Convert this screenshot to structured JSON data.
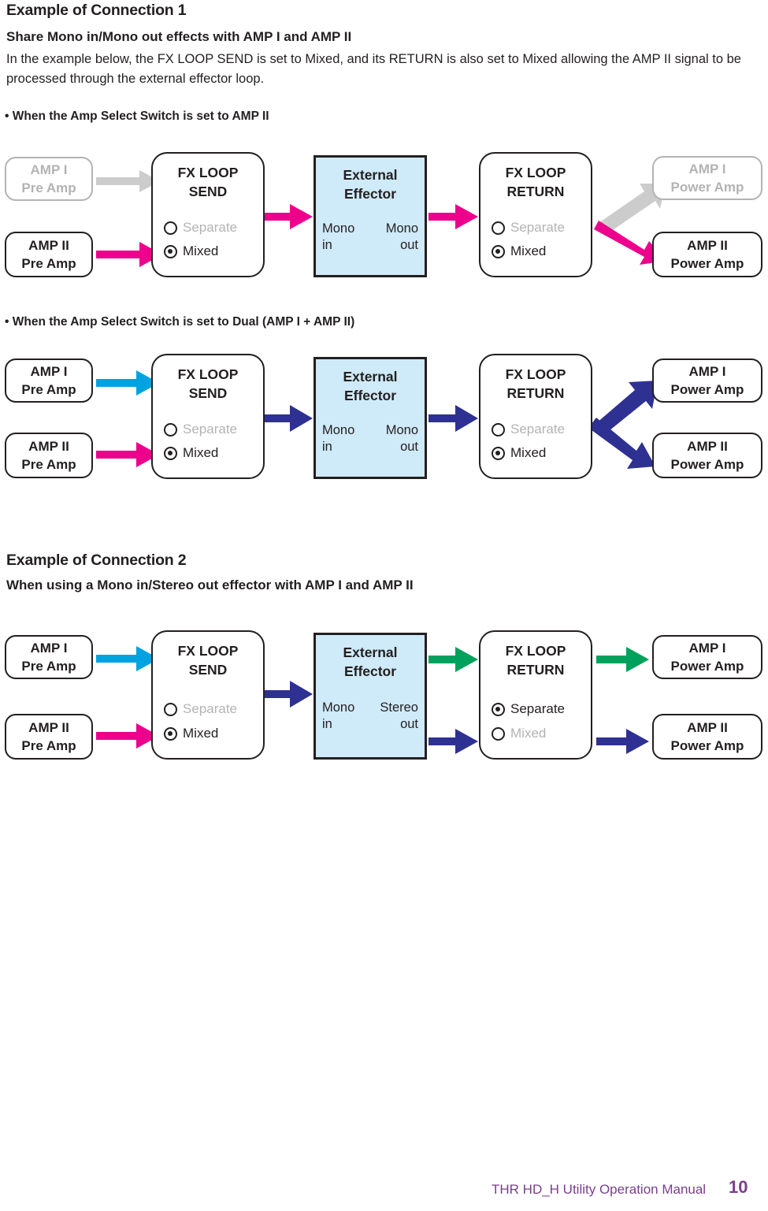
{
  "page": {
    "section1_title": "Example of Connection 1",
    "section1_subtitle": "Share Mono in/Mono out effects with AMP I and AMP II",
    "section1_body": "In the example below, the FX LOOP SEND is set to Mixed, and its RETURN is also set to Mixed allowing the AMP II signal to be processed through the external effector loop.",
    "bullet1": "• When the Amp Select Switch is set to AMP II",
    "bullet2": "• When the Amp Select Switch is set to Dual (AMP I + AMP II)",
    "section2_title": "Example of Connection 2",
    "section2_subtitle": "When using a Mono in/Stereo out effector with  AMP I and AMP II"
  },
  "labels": {
    "amp1_pre_l1": "AMP I",
    "amp1_pre_l2": "Pre Amp",
    "amp2_pre_l1": "AMP II",
    "amp2_pre_l2": "Pre Amp",
    "amp1_pow_l1": "AMP I",
    "amp1_pow_l2": "Power Amp",
    "amp2_pow_l1": "AMP II",
    "amp2_pow_l2": "Power Amp",
    "fx_send_l1": "FX LOOP",
    "fx_send_l2": "SEND",
    "fx_return_l1": "FX LOOP",
    "fx_return_l2": "RETURN",
    "effector_l1": "External",
    "effector_l2": "Effector",
    "opt_separate": "Separate",
    "opt_mixed": "Mixed",
    "mono_in_1": "Mono",
    "mono_in_2": "in",
    "mono_out_1": "Mono",
    "mono_out_2": "out",
    "stereo_out_1": "Stereo",
    "stereo_out_2": "out"
  },
  "colors": {
    "magenta": "#ec008c",
    "cyan": "#00a3e0",
    "navy": "#2e3192",
    "green": "#00a15c",
    "grey": "#cccccc",
    "dim_text": "#b3b3b3",
    "effector_fill": "#cfeaf8",
    "ink": "#231f20",
    "footer_purple": "#7b3f8c"
  },
  "diagram1": {
    "name": "amp-select-amp2",
    "send_separate_selected": false,
    "send_mixed_selected": true,
    "return_separate_selected": false,
    "return_mixed_selected": true,
    "amp1_pre_active": false,
    "amp1_power_active": false,
    "amp2_pre_active": true,
    "amp2_power_active": true,
    "effector_in": "Mono",
    "effector_out": "Mono"
  },
  "diagram2": {
    "name": "amp-select-dual",
    "send_separate_selected": false,
    "send_mixed_selected": true,
    "return_separate_selected": false,
    "return_mixed_selected": true,
    "amp1_pre_active": true,
    "amp1_power_active": true,
    "amp2_pre_active": true,
    "amp2_power_active": true,
    "effector_in": "Mono",
    "effector_out": "Mono"
  },
  "diagram3": {
    "name": "mono-in-stereo-out",
    "send_separate_selected": false,
    "send_mixed_selected": true,
    "return_separate_selected": true,
    "return_mixed_selected": false,
    "amp1_pre_active": true,
    "amp1_power_active": true,
    "amp2_pre_active": true,
    "amp2_power_active": true,
    "effector_in": "Mono",
    "effector_out": "Stereo"
  },
  "footer": {
    "manual_name": "THR HD_H Utility Operation Manual",
    "page_number": "10"
  }
}
